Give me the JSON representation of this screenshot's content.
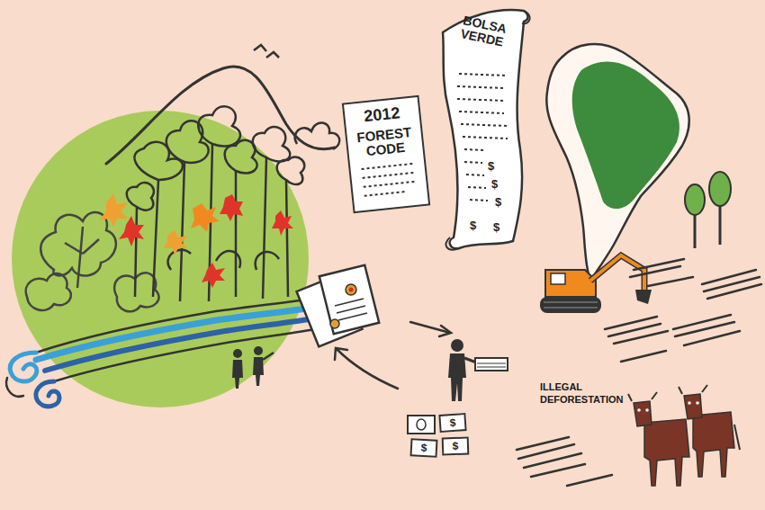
{
  "diagram": {
    "nodes": [
      {
        "text": [
          "2012",
          "FOREST CODE"
        ]
      },
      {
        "text": [
          "BOLSA VERDE",
          "$",
          "$",
          "$",
          "$",
          "$"
        ]
      },
      {
        "text": [
          "$"
        ]
      },
      {
        "text": [
          "$"
        ]
      },
      {
        "text": [
          "$"
        ]
      }
    ],
    "labels": [
      "ILLEGAL DEFORESTATION"
    ]
  }
}
